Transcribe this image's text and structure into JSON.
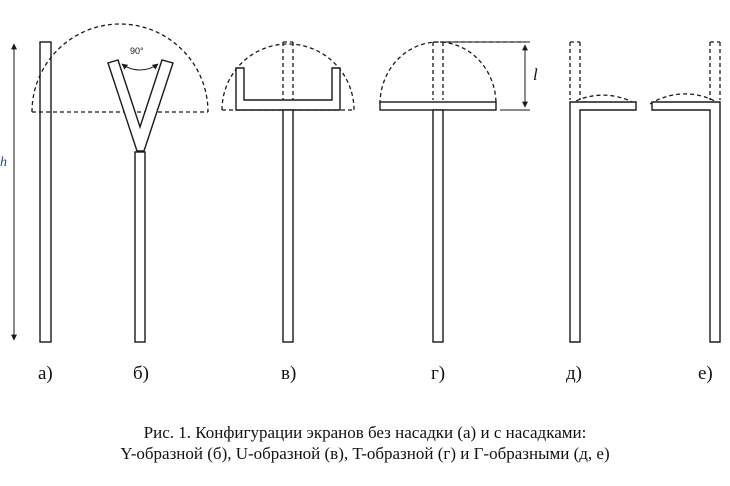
{
  "panels": {
    "a": "а)",
    "b": "б)",
    "v": "в)",
    "g": "г)",
    "d": "д)",
    "e": "е)"
  },
  "annotations": {
    "angle": "90°",
    "height": "h",
    "length": "l"
  },
  "caption": {
    "line1": "Рис. 1. Конфигурации экранов без насадки (а) и с насадками:",
    "line2": "Y-образной (б), U-образной (в), T-образной (г) и Г-образными (д, е)"
  }
}
